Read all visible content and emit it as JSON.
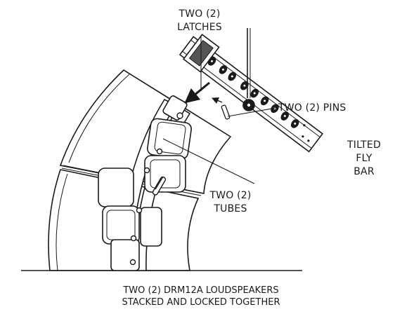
{
  "labels": {
    "latches": [
      "TWO (2)",
      "LATCHES"
    ],
    "pins": "TWO (2) PINS",
    "fly_bar": [
      "TILTED",
      "FLY",
      "BAR"
    ],
    "tubes": [
      "TWO (2)",
      "TUBES"
    ]
  },
  "caption": [
    "TWO (2) DRM12A LOUDSPEAKERS",
    "STACKED AND LOCKED TOGETHER"
  ]
}
